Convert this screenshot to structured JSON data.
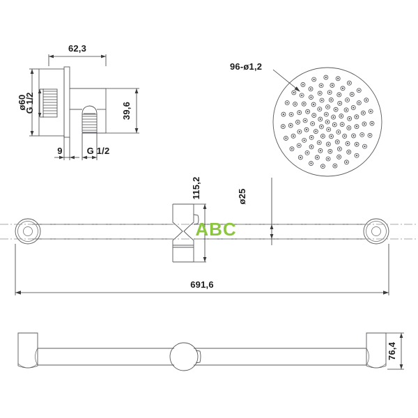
{
  "document": {
    "type": "technical-drawing",
    "title": "Shower set technical drawing",
    "watermark": "ABC",
    "watermark_color": "#8cc63f",
    "line_color": "#58585c",
    "dim_color": "#3a3a3a",
    "background": "#ffffff"
  },
  "views": {
    "wall_elbow": {
      "name": "wall-elbow-section-view",
      "dimensions": {
        "overall_length": "62,3",
        "flange_diameter": "ø60",
        "outlet_height": "39,6",
        "flange_thickness": "9",
        "inlet_thread": "G 1/2",
        "outlet_thread": "G 1/2"
      }
    },
    "shower_head": {
      "name": "shower-head-face-view",
      "nozzle_callout": "96-ø1,2",
      "nozzle_count": 96,
      "nozzle_diameter": "1,2"
    },
    "shower_arm_front": {
      "name": "shower-arm-front-view",
      "dimensions": {
        "holder_height": "115,2",
        "tube_diameter": "ø25",
        "overall_length": "691,6"
      }
    },
    "shower_arm_top": {
      "name": "shower-arm-top-view",
      "dimensions": {
        "depth": "76,4"
      }
    }
  },
  "labels": {
    "d62_3": "62,3",
    "d60": "ø60",
    "d39_6": "39,6",
    "d9": "9",
    "g_half_left": "G 1/2",
    "g_half_bottom": "G 1/2",
    "nozzles": "96-ø1,2",
    "d115_2": "115,2",
    "d25": "ø25",
    "d691_6": "691,6",
    "d76_4": "76,4",
    "watermark": "ABC"
  }
}
